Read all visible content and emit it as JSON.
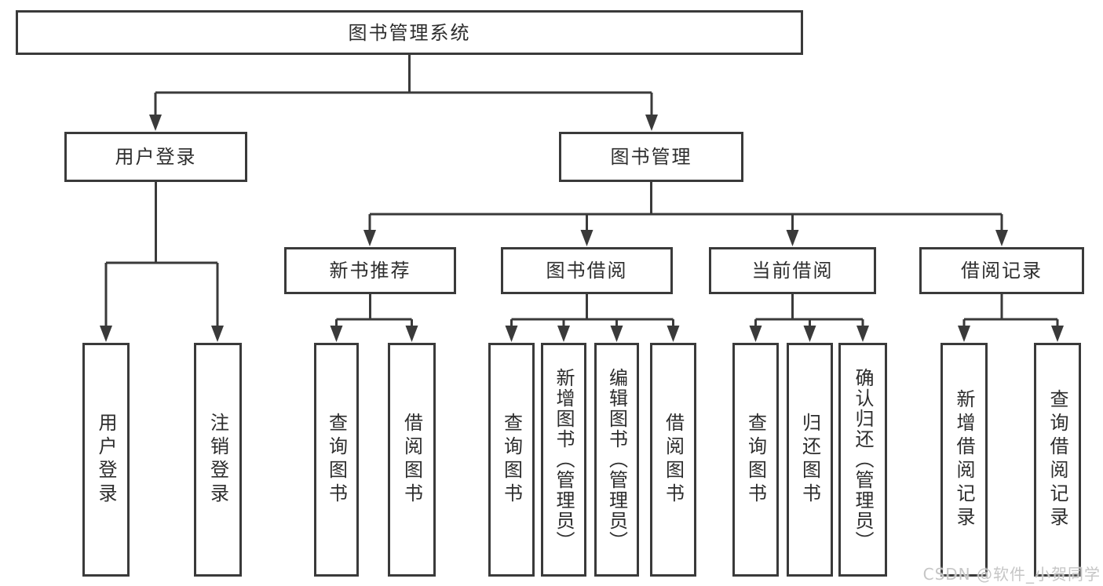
{
  "tree": {
    "root": "图书管理系统",
    "branches": [
      {
        "label": "用户登录",
        "leaves": [
          "用户登录",
          "注销登录"
        ]
      },
      {
        "label": "图书管理",
        "groups": [
          {
            "label": "新书推荐",
            "leaves": [
              "查询图书",
              "借阅图书"
            ]
          },
          {
            "label": "图书借阅",
            "leaves": [
              "查询图书",
              "新增图书（管理员）",
              "编辑图书（管理员）",
              "借阅图书"
            ]
          },
          {
            "label": "当前借阅",
            "leaves": [
              "查询图书",
              "归还图书",
              "确认归还（管理员）"
            ]
          },
          {
            "label": "借阅记录",
            "leaves": [
              "新增借阅记录",
              "查询借阅记录"
            ]
          }
        ]
      }
    ]
  },
  "watermark": "CSDN @软件_小贺同学",
  "colors": {
    "line": "#3a3a3a",
    "text": "#2d2d2d",
    "watermark": "#c6c6c6",
    "background": "#ffffff"
  }
}
